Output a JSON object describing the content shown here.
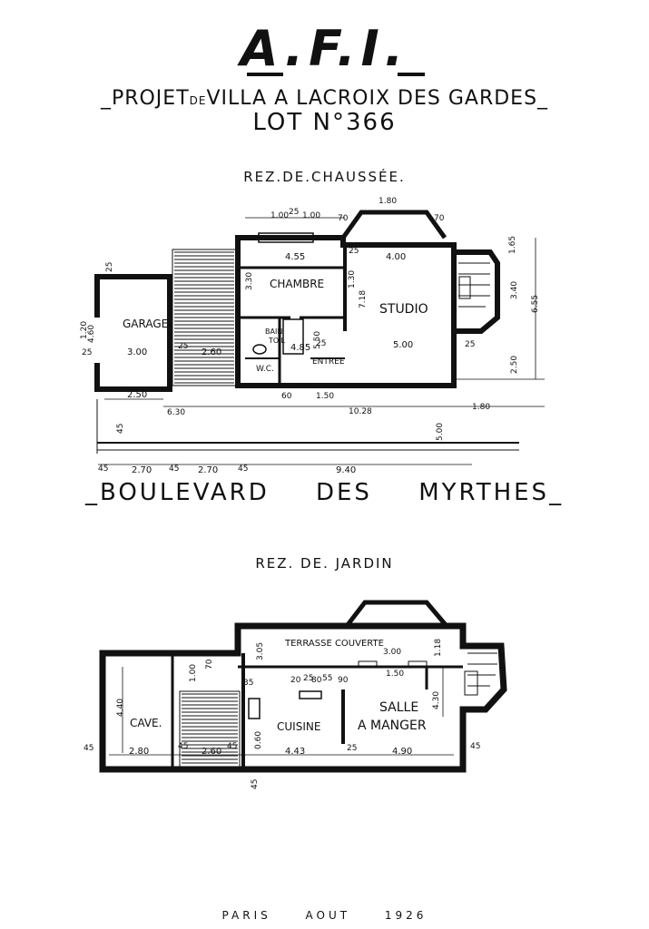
{
  "header": {
    "logo": "A.F.I.",
    "project_line_a": "PROJET",
    "project_line_small": "DE",
    "project_line_b": "VILLA A LACROIX DES GARDES",
    "lot": "LOT N°366"
  },
  "ground_floor": {
    "title": "REZ.DE.CHAUSSÉE.",
    "rooms": {
      "garage": "GARAGE",
      "chambre": "CHAMBRE",
      "studio": "STUDIO",
      "bain": "BAIN",
      "toil": "TOIL",
      "wc": "W.C.",
      "entree": "ENTREE"
    },
    "dims": {
      "d_180_top": "1.80",
      "d_100a": "1.00",
      "d_25a": "25",
      "d_100b": "1.00",
      "d_70a": "70",
      "d_70b": "70",
      "d_455": "4.55",
      "d_25b": "25",
      "d_400": "4.00",
      "d_165": "1.65",
      "d_340": "3.40",
      "d_655": "6.55",
      "d_25c": "25",
      "d_460": "4.60",
      "d_120": "1.20",
      "d_25d": "25",
      "d_300": "3.00",
      "d_25e": "25",
      "d_260": "2.60",
      "d_485": "4.85",
      "d_25f": "25",
      "d_500": "5.00",
      "d_250r": "2.50",
      "d_25g": "25",
      "d_250l": "2.50",
      "d_630": "6.30",
      "d_1028": "10.28",
      "d_180b": "1.80",
      "d_60": "60",
      "d_150": "1.50",
      "d_500v": "5.00",
      "d_45a": "45",
      "d_270a": "2.70",
      "d_45b": "45",
      "d_270b": "2.70",
      "d_45c": "45",
      "d_940": "9.40",
      "d_45d": "45",
      "d_718": "7.18",
      "d_550": "5.50",
      "d_330": "3.30",
      "d_130": "1.30"
    }
  },
  "street": "BOULEVARD DES MYRTHES",
  "garden_floor": {
    "title": "REZ. DE. JARDIN",
    "rooms": {
      "terrasse": "TERRASSE COUVERTE",
      "cave": "CAVE.",
      "cuisine": "CUISINE",
      "salle": "SALLE",
      "a_manger": "A MANGER"
    },
    "dims": {
      "g_300": "3.00",
      "g_118": "1.18",
      "g_305": "3.05",
      "g_150": "1.50",
      "g_440": "4.40",
      "g_100": "1.00",
      "g_70": "70",
      "g_35": "35",
      "g_20": "20",
      "g_25a": "25",
      "g_80": "80",
      "g_55": "55",
      "g_90": "90",
      "g_430": "4.30",
      "g_45a": "45",
      "g_280": "2.80",
      "g_45b": "45",
      "g_260": "2.60",
      "g_45c": "45",
      "g_443": "4.43",
      "g_25b": "25",
      "g_490": "4.90",
      "g_45d": "45",
      "g_45e": "45",
      "g_060": "0.60"
    }
  },
  "signature": "PARIS AOUT 1926"
}
